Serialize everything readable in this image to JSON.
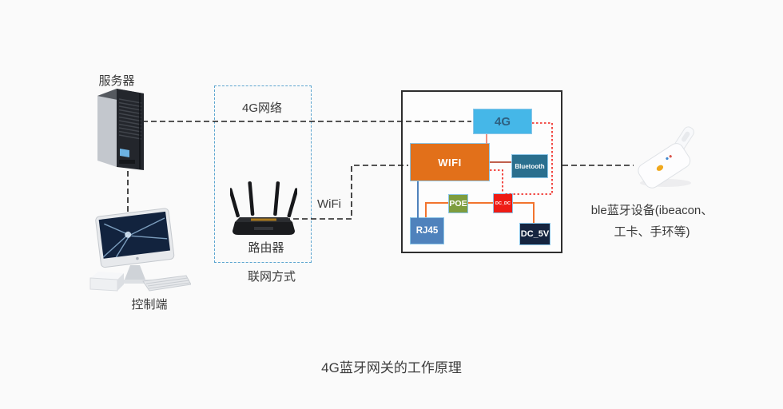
{
  "title": "4G蓝牙网关的工作原理",
  "labels": {
    "server": "服务器",
    "control_terminal": "控制端",
    "network_4g": "4G网络",
    "router": "路由器",
    "network_mode": "联网方式",
    "wifi": "WiFi",
    "ble_device_line1": "ble蓝牙设备(ibeacon、",
    "ble_device_line2": "工卡、手环等)"
  },
  "gateway": {
    "blocks": {
      "g4": {
        "label": "4G",
        "bg": "#45b7e8",
        "fg": "#2e6080"
      },
      "wifi": {
        "label": "WIFI",
        "bg": "#e2701a",
        "fg": "#ffffff"
      },
      "bluetooth": {
        "label": "Bluetooth",
        "bg": "#2a6f8e",
        "fg": "#ffffff"
      },
      "poe": {
        "label": "POE",
        "bg": "#7e9d3e",
        "fg": "#ffffff"
      },
      "dc_dc": {
        "label": "DC_DC",
        "bg": "#ee1c15",
        "fg": "#ffffff"
      },
      "rj45": {
        "label": "RJ45",
        "bg": "#4f82bc",
        "fg": "#ffffff"
      },
      "dc_5v": {
        "label": "DC_5V",
        "bg": "#15243f",
        "fg": "#ffffff"
      }
    }
  },
  "colors": {
    "background": "#fafafa",
    "dashed_line": "#1c1c1c",
    "red_dotted": "#ee1b15",
    "dashed_box_border": "#5ba4cf",
    "gateway_border": "#2e2e2e",
    "connector_power": "#f2742e",
    "connector_lan": "#4f82bc",
    "connector_radio": "#c0604d",
    "connector_4g": "#ef8e7d"
  }
}
